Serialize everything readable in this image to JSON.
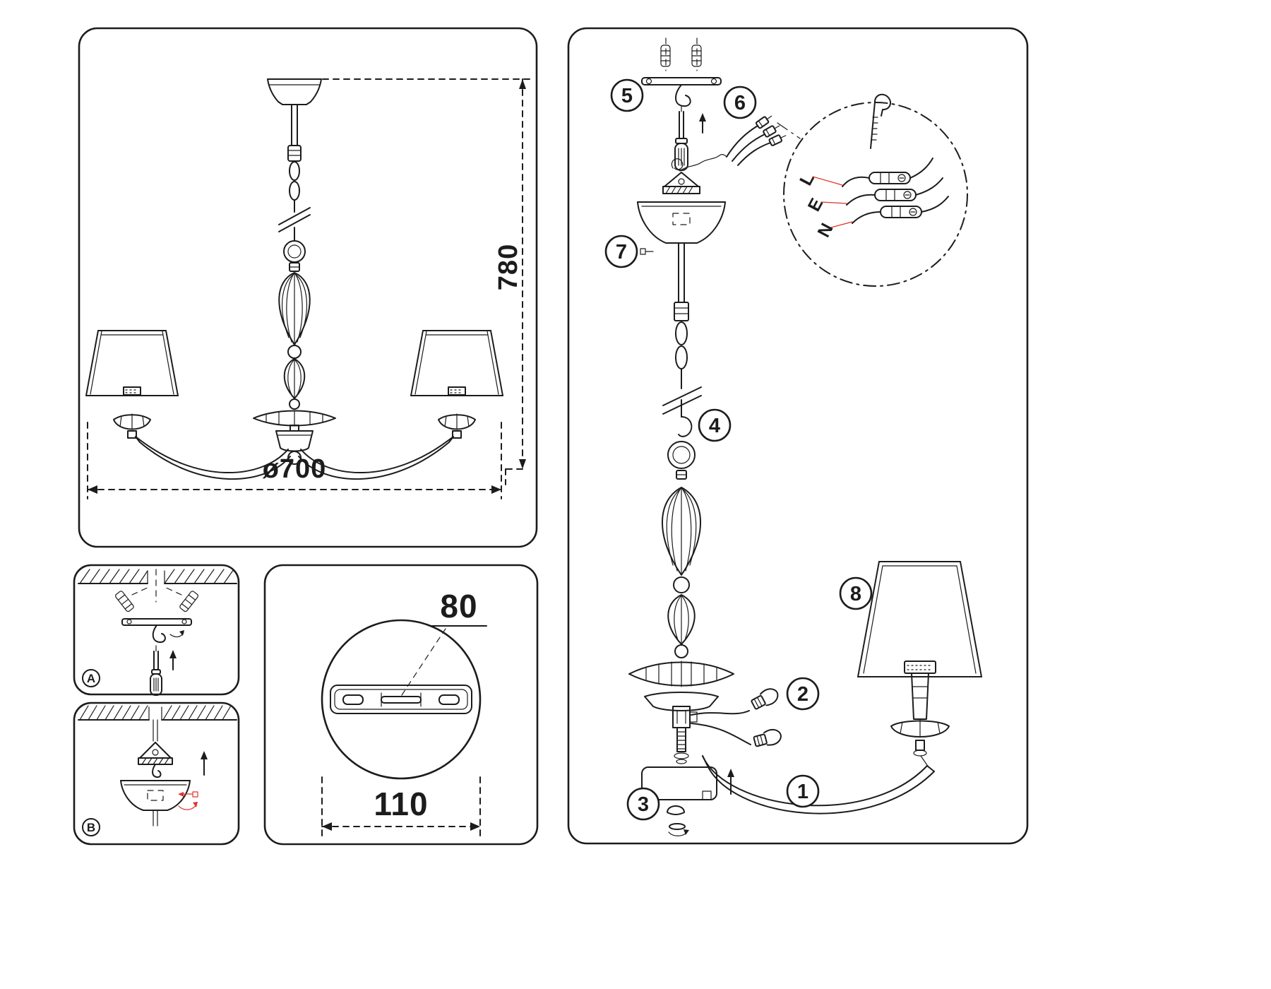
{
  "colors": {
    "background": "#ffffff",
    "line": "#1c1c1c",
    "accent_red": "#e0332c"
  },
  "overview_panel": {
    "height_dim": "780",
    "diameter_dim": "ø700"
  },
  "mount_step_a": {
    "label": "A"
  },
  "mount_step_b": {
    "label": "B"
  },
  "bracket_detail_panel": {
    "hole_spacing_dim": "80",
    "plate_width_dim": "110"
  },
  "assembly_panel": {
    "callouts": {
      "s1": "1",
      "s2": "2",
      "s3": "3",
      "s4": "4",
      "s5": "5",
      "s6": "6",
      "s7": "7",
      "s8": "8"
    },
    "wire_labels": {
      "live": "L",
      "earth": "E",
      "neutral": "N"
    }
  }
}
